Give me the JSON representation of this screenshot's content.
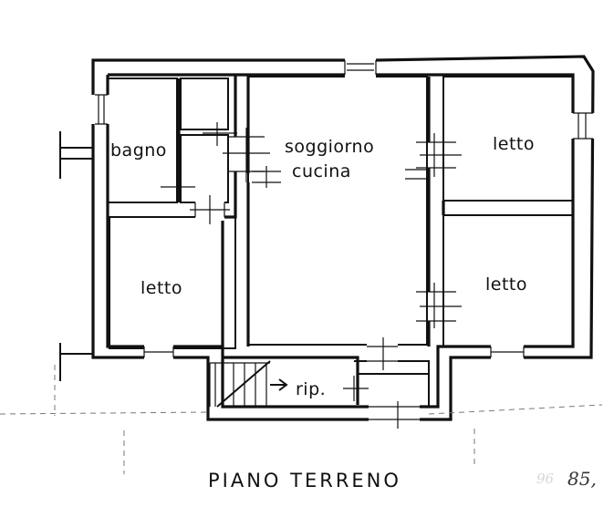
{
  "plan": {
    "rooms": {
      "bagno": "bagno",
      "living_line1": "soggiorno",
      "living_line2": "cucina",
      "bed_top_right": "letto",
      "bed_left": "letto",
      "bed_right": "letto",
      "storage": "rip."
    },
    "title": "PIANO TERRENO",
    "page_number": "85,",
    "faint_mark": "96"
  },
  "colors": {
    "ink": "#111111",
    "paper": "#ffffff"
  }
}
